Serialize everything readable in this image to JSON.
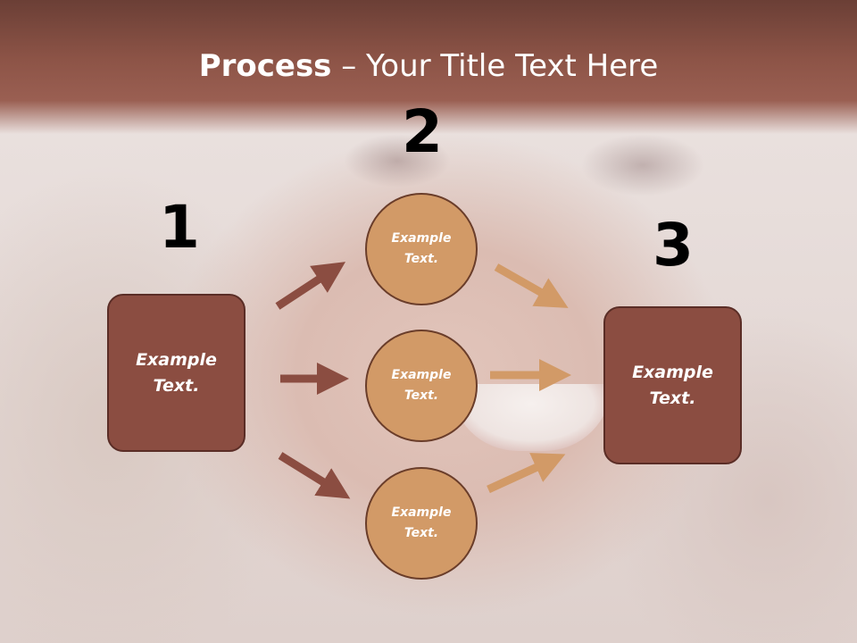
{
  "title": {
    "bold": "Process",
    "rest": " – Your Title Text Here"
  },
  "numbers": {
    "one": "1",
    "two": "2",
    "three": "3"
  },
  "left_box": {
    "text": "Example\nText."
  },
  "right_box": {
    "text": "Example\nText."
  },
  "circles": [
    {
      "text": "Example\nText."
    },
    {
      "text": "Example\nText."
    },
    {
      "text": "Example\nText."
    }
  ],
  "colors": {
    "box_fill": "#8b4d41",
    "circle_fill": "#d29a67",
    "arrow_dark": "#8b4d41",
    "arrow_light": "#d29a67",
    "header": "#8d5447"
  }
}
